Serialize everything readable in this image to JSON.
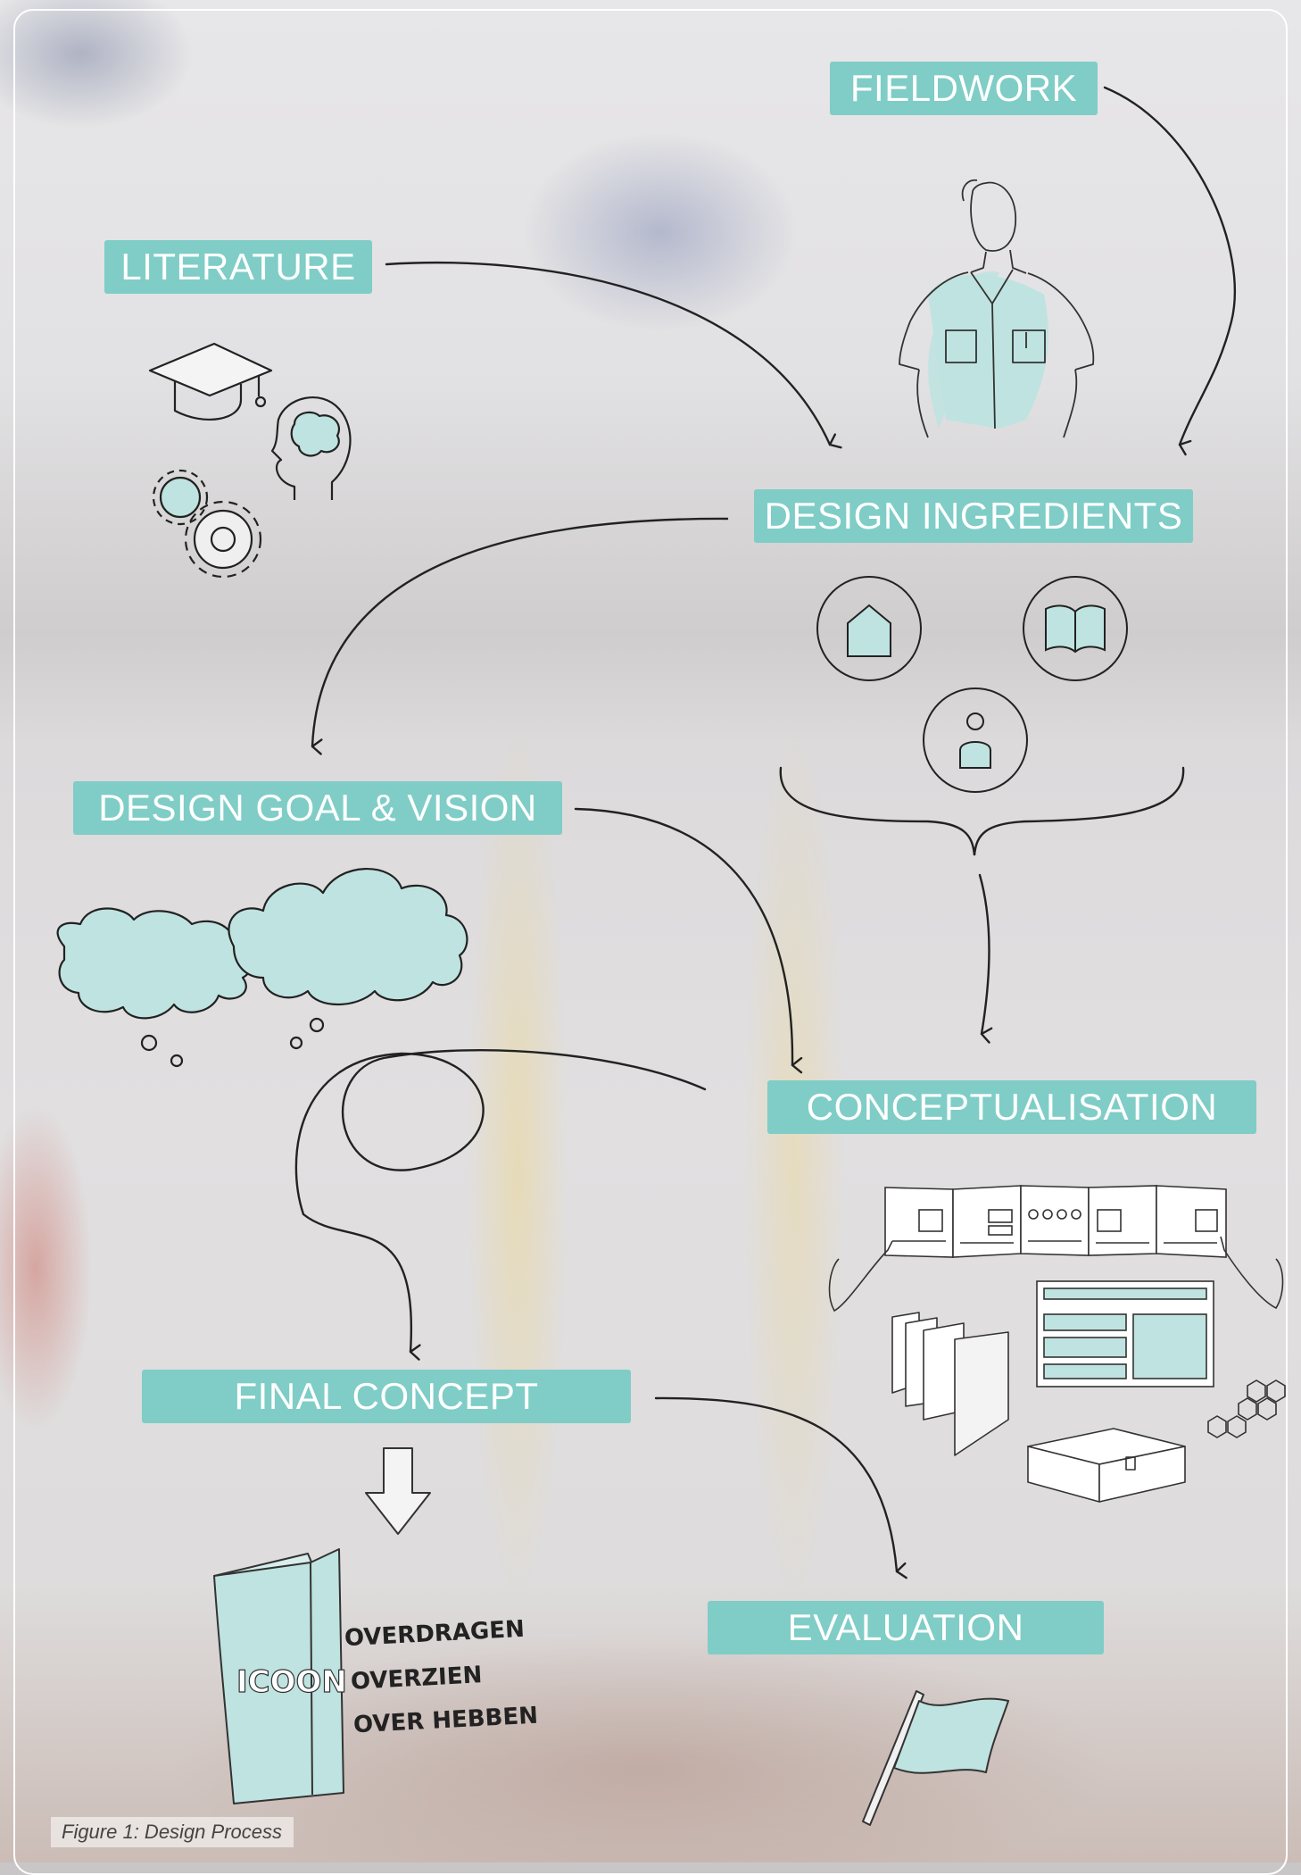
{
  "diagram": {
    "nodes": {
      "fieldwork": "FIELDWORK",
      "literature": "LITERATURE",
      "design_ingredients": "DESIGN INGREDIENTS",
      "design_goal_vision": "DESIGN GOAL & VISION",
      "conceptualisation": "CONCEPTUALISATION",
      "final_concept": "FINAL CONCEPT",
      "evaluation": "EVALUATION"
    },
    "booklet_title": "ICOON",
    "booklet_notes": [
      "OVERDRAGEN",
      "OVERZIEN",
      "OVER HEBBEN"
    ],
    "caption": "Figure 1: Design Process",
    "colors": {
      "label_fill": "#7fcdc6",
      "icon_fill": "#bfe3e0",
      "line": "#222222"
    },
    "icons": [
      "graduation-cap-icon",
      "brain-head-icon",
      "gears-icon",
      "doctor-figure-icon",
      "house-icon",
      "book-icon",
      "person-icon",
      "cloud-icon",
      "foldout-sheets-icon",
      "dashboard-screen-icon",
      "hexagons-icon",
      "box-icon",
      "down-arrow-icon",
      "booklet-icon",
      "flag-icon"
    ]
  }
}
